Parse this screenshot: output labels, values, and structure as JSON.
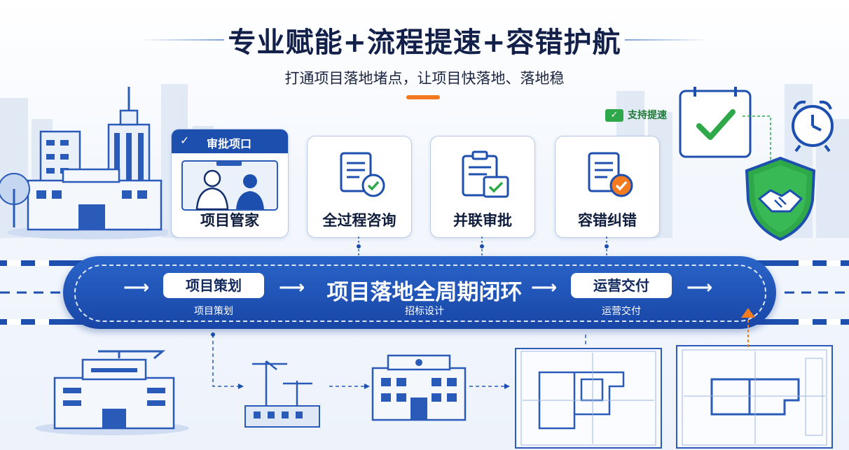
{
  "header": {
    "title": "专业赋能+流程提速+容错护航",
    "subtitle": "打通项目落地堵点，让项目快落地、落地稳"
  },
  "cards": {
    "project_manager": {
      "tag": "审批项口",
      "label": "项目管家"
    },
    "consulting": {
      "label": "全过程咨询"
    },
    "parallel_approval": {
      "label": "并联审批"
    },
    "error_tolerance": {
      "label": "容错纠错"
    }
  },
  "badge": {
    "label": "支持提速"
  },
  "loop": {
    "center": "项目落地全周期闭环",
    "center_sub": "招标设计",
    "left_chip": "项目策划",
    "left_sub": "项目策划",
    "right_chip": "运营交付",
    "right_sub": "运营交付"
  },
  "colors": {
    "primary": "#1d4fae",
    "accent": "#f47a1f",
    "success": "#2fa84a",
    "title": "#12204a"
  },
  "icons": [
    "document-check-icon",
    "clipboard-check-icon",
    "document-warning-icon",
    "calendar-check-icon",
    "alarm-clock-icon",
    "handshake-shield-icon"
  ]
}
